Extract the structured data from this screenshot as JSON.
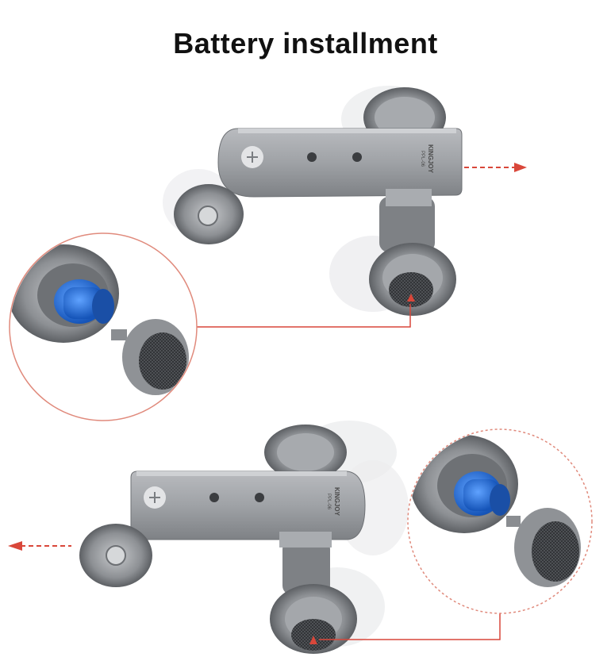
{
  "header": {
    "title": "Battery installment"
  },
  "product": {
    "brand": "KINGJOY",
    "model": "PPL-06"
  },
  "colors": {
    "accent": "#d9473a",
    "dashed_circle": "#e08a7c",
    "battery_blue": "#1f6fd6",
    "metal": "#9a9ca0"
  },
  "icons": [
    "arrow-right-icon",
    "arrow-left-icon",
    "battery-icon",
    "up-triangle-icon"
  ]
}
